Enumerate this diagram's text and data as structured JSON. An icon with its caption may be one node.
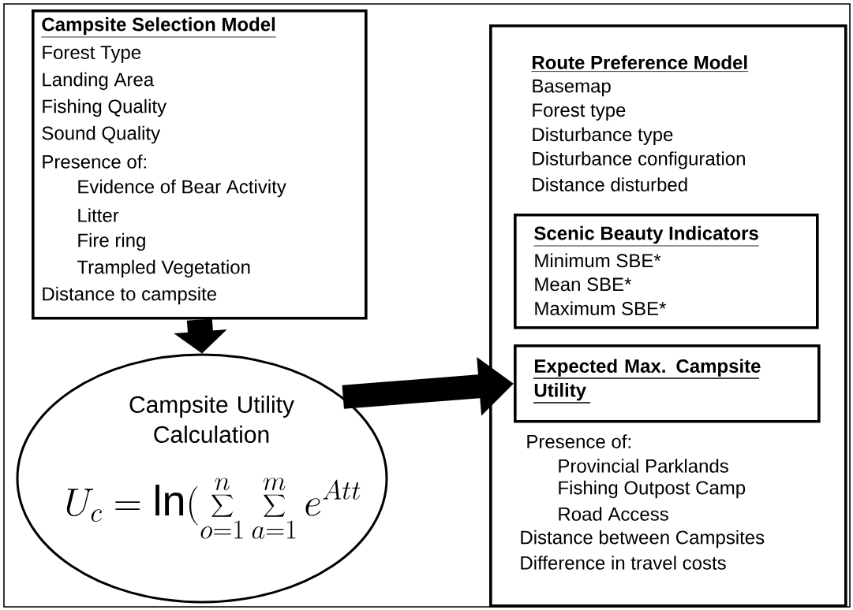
{
  "diagram": {
    "nodes": [
      {
        "text": [
          "Campsite Selection Model",
          "Forest Type",
          "Landing Area",
          "Fishing Quality",
          "Sound Quality",
          "Presence of:",
          "Evidence of Bear Activity",
          "Litter",
          "Fire ring",
          "Trampled Vegetation",
          "Distance to campsite"
        ]
      },
      {
        "text": [
          "Campsite Utility Calculation",
          "U_c = \\ln(\\sum_{o=1}^{n}\\sum_{a=1}^{m} e^{Att}"
        ]
      },
      {
        "text": [
          "Route Preference Model",
          "Basemap",
          "Forest type",
          "Disturbance type",
          "Disturbance configuration",
          "Distance disturbed",
          "Presence of:",
          "Provincial Parklands",
          "Fishing Outpost Camp",
          "Road Access",
          "Distance between Campsites",
          "Difference in travel costs"
        ]
      },
      {
        "text": [
          "Scenic Beauty Indicators",
          "Minimum SBE*",
          "Mean SBE*",
          "Maximum SBE*"
        ],
        "in": 2
      },
      {
        "text": [
          "Expected Max. Campsite Utility"
        ],
        "in": 2
      }
    ],
    "edges": [
      {
        "from": 0,
        "to": 1,
        "arrow": "to"
      },
      {
        "from": 1,
        "to": 4,
        "arrow": "to"
      }
    ]
  }
}
